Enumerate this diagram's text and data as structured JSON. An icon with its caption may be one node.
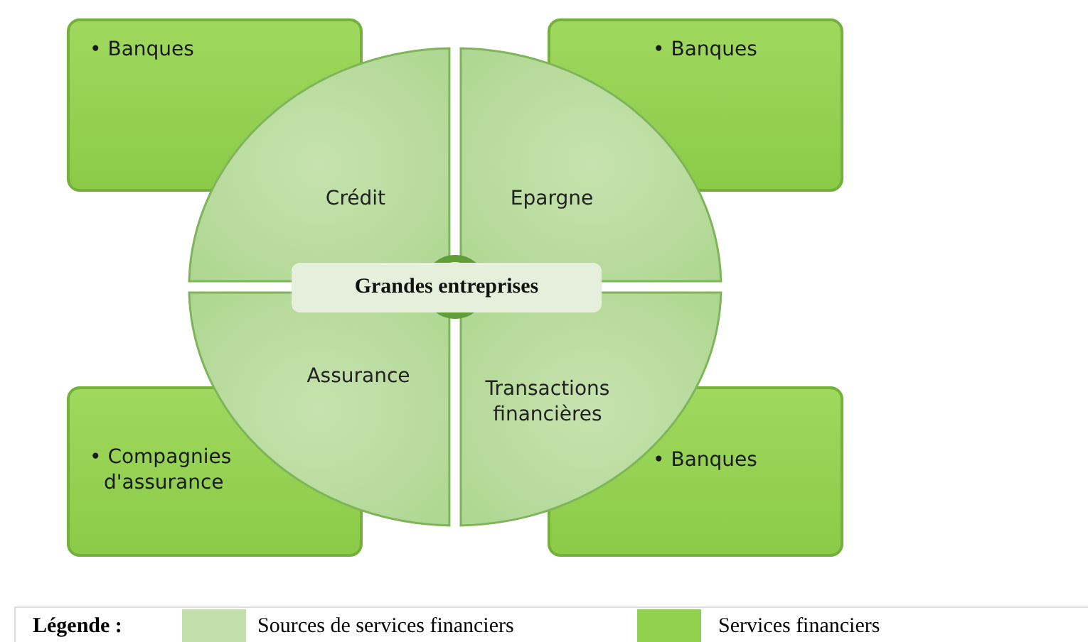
{
  "diagram": {
    "nodes": [
      {
        "text": [
          "• Banques"
        ]
      },
      {
        "text": [
          "• Banques"
        ]
      },
      {
        "text": [
          "Crédit"
        ]
      },
      {
        "text": [
          "Epargne"
        ]
      },
      {
        "text": [
          "Grandes entreprises"
        ]
      },
      {
        "text": [
          "Assurance"
        ]
      },
      {
        "text": [
          "Transactions financières"
        ]
      },
      {
        "text": [
          "• Compagnies d'assurance"
        ]
      },
      {
        "text": [
          "• Banques"
        ]
      }
    ],
    "labels": [
      "Légende :"
    ],
    "legend": [
      {
        "text": "Sources de services financiers",
        "color": "#c3e0ac"
      },
      {
        "text": "Services financiers",
        "color": "#92d050"
      }
    ]
  }
}
